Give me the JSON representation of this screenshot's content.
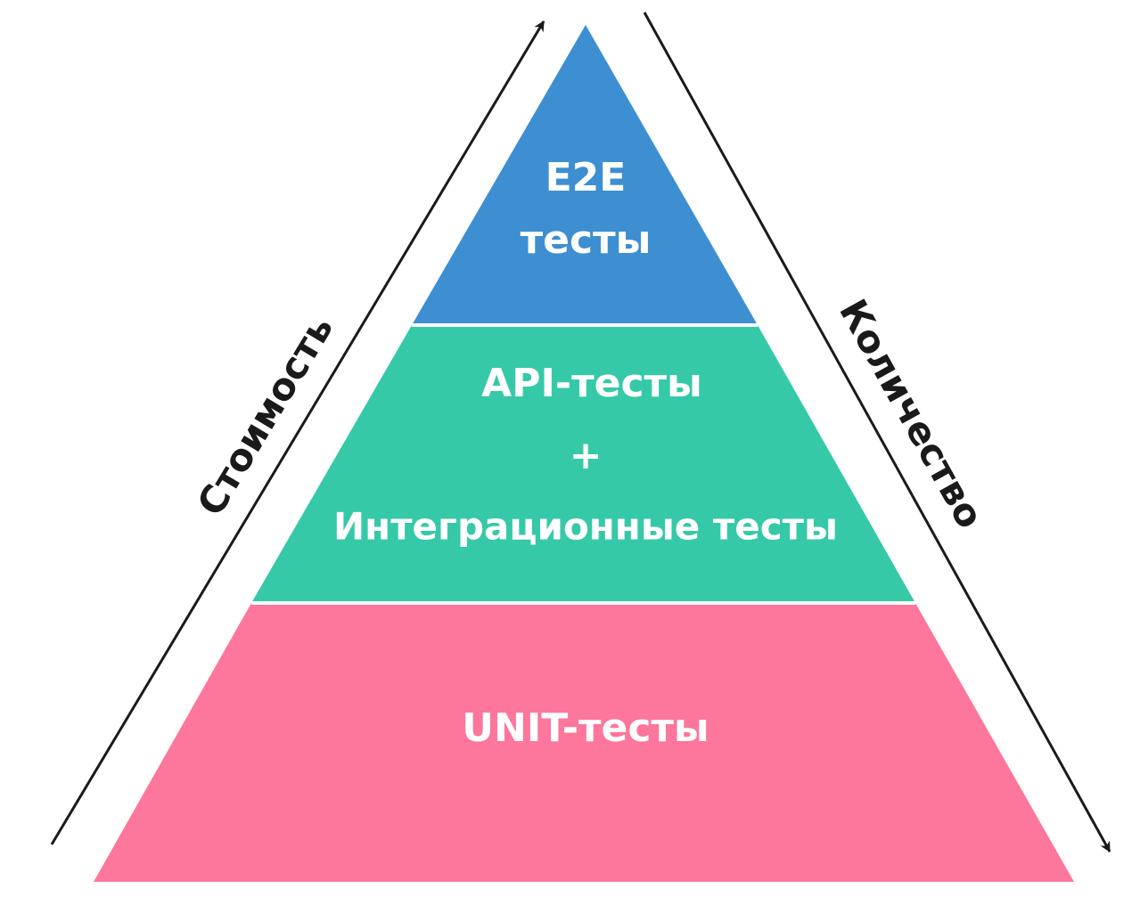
{
  "colors": {
    "e2e": "#3d8fd1",
    "api": "#36c9a7",
    "unit": "#fd769b",
    "arrow": "#1a1a1a",
    "text": "#ffffff"
  },
  "pyramid": {
    "tiers": [
      {
        "id": "e2e",
        "lines": [
          "E2E",
          "тесты"
        ]
      },
      {
        "id": "api",
        "lines": [
          "API-тесты",
          "+",
          "Интеграционные тесты"
        ]
      },
      {
        "id": "unit",
        "lines": [
          "UNIT-тесты"
        ]
      }
    ]
  },
  "axes": {
    "left": {
      "label": "Стоимость",
      "direction": "up"
    },
    "right": {
      "label": "Количество",
      "direction": "down"
    }
  }
}
